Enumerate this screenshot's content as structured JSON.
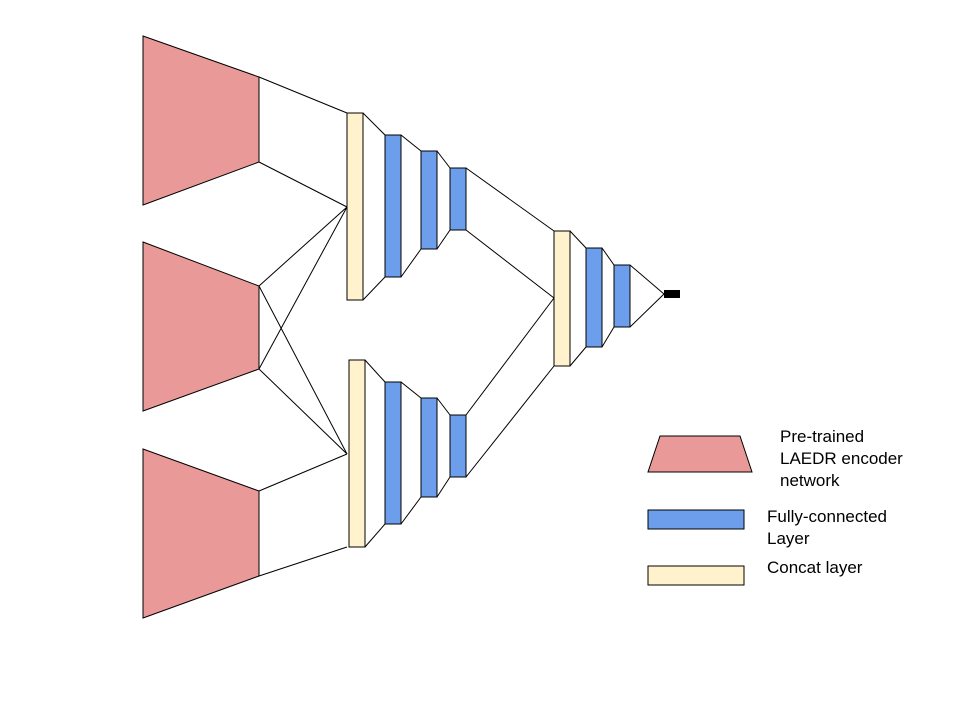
{
  "colors": {
    "encoder": "#ea9999",
    "fully_connected": "#6d9eeb",
    "concat": "#fff2cc",
    "output": "#000000",
    "stroke": "#000000"
  },
  "legend": {
    "encoder_label": "Pre-trained\nLAEDR encoder\nnetwork",
    "fc_label": "Fully-connected\nLayer",
    "concat_label": "Concat layer"
  }
}
